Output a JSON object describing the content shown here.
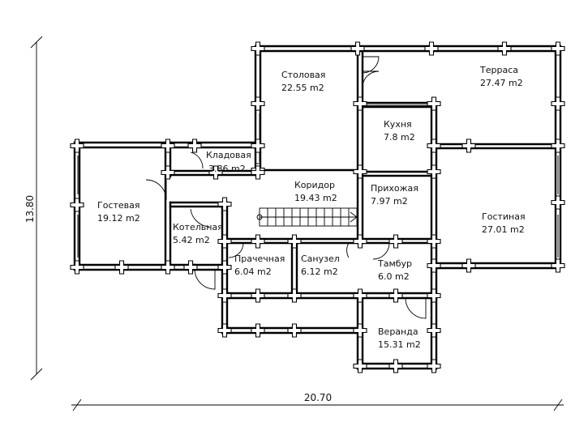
{
  "plan": {
    "dimensions": {
      "width_label": "20.70",
      "height_label": "13.80"
    },
    "rooms": [
      {
        "name": "Столовая",
        "area": "22.55 m2"
      },
      {
        "name": "Терраса",
        "area": "27.47 m2"
      },
      {
        "name": "Кухня",
        "area": "7.8 m2"
      },
      {
        "name": "Кладовая",
        "area": "3.86 m2"
      },
      {
        "name": "Коридор",
        "area": "19.43 m2"
      },
      {
        "name": "Прихожая",
        "area": "7.97 m2"
      },
      {
        "name": "Гостевая",
        "area": "19.12 m2"
      },
      {
        "name": "Котельная",
        "area": "5.42 m2"
      },
      {
        "name": "Гостиная",
        "area": "27.01 m2"
      },
      {
        "name": "Прачечная",
        "area": "6.04 m2"
      },
      {
        "name": "Санузел",
        "area": "6.12 m2"
      },
      {
        "name": "Тамбур",
        "area": "6.0 m2"
      },
      {
        "name": "Веранда",
        "area": "15.31 m2"
      }
    ]
  }
}
